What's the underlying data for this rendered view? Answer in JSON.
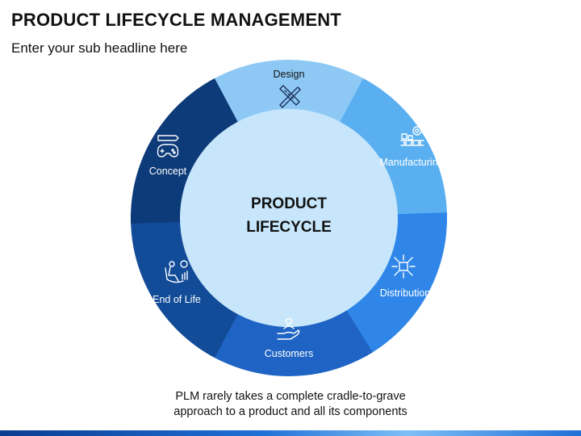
{
  "header": {
    "title": "PRODUCT LIFECYCLE MANAGEMENT",
    "subtitle": "Enter your sub headline here"
  },
  "center": {
    "line1": "PRODUCT",
    "line2": "LIFECYCLE"
  },
  "stages": [
    {
      "label": "Design",
      "icon": "pencil-ruler-icon",
      "color": "#8ec9f5",
      "dark_text": true
    },
    {
      "label": "Manufacturing",
      "icon": "factory-gear-icon",
      "color": "#5aaff0",
      "dark_text": false
    },
    {
      "label": "Distribution",
      "icon": "distribution-box-icon",
      "color": "#2f86e8",
      "dark_text": false
    },
    {
      "label": "Customers",
      "icon": "hand-user-icon",
      "color": "#1f64c4",
      "dark_text": false
    },
    {
      "label": "End of Life",
      "icon": "rocking-chair-icon",
      "color": "#124b98",
      "dark_text": false
    },
    {
      "label": "Concept",
      "icon": "gamepad-pencil-icon",
      "color": "#0d3a78",
      "dark_text": false
    }
  ],
  "caption": {
    "line1": "PLM rarely takes a complete cradle-to-grave",
    "line2": "approach to a product and all its components"
  },
  "colors": {
    "center_fill": "#c7e6fb",
    "fold_shadow": "#0a2a55"
  }
}
